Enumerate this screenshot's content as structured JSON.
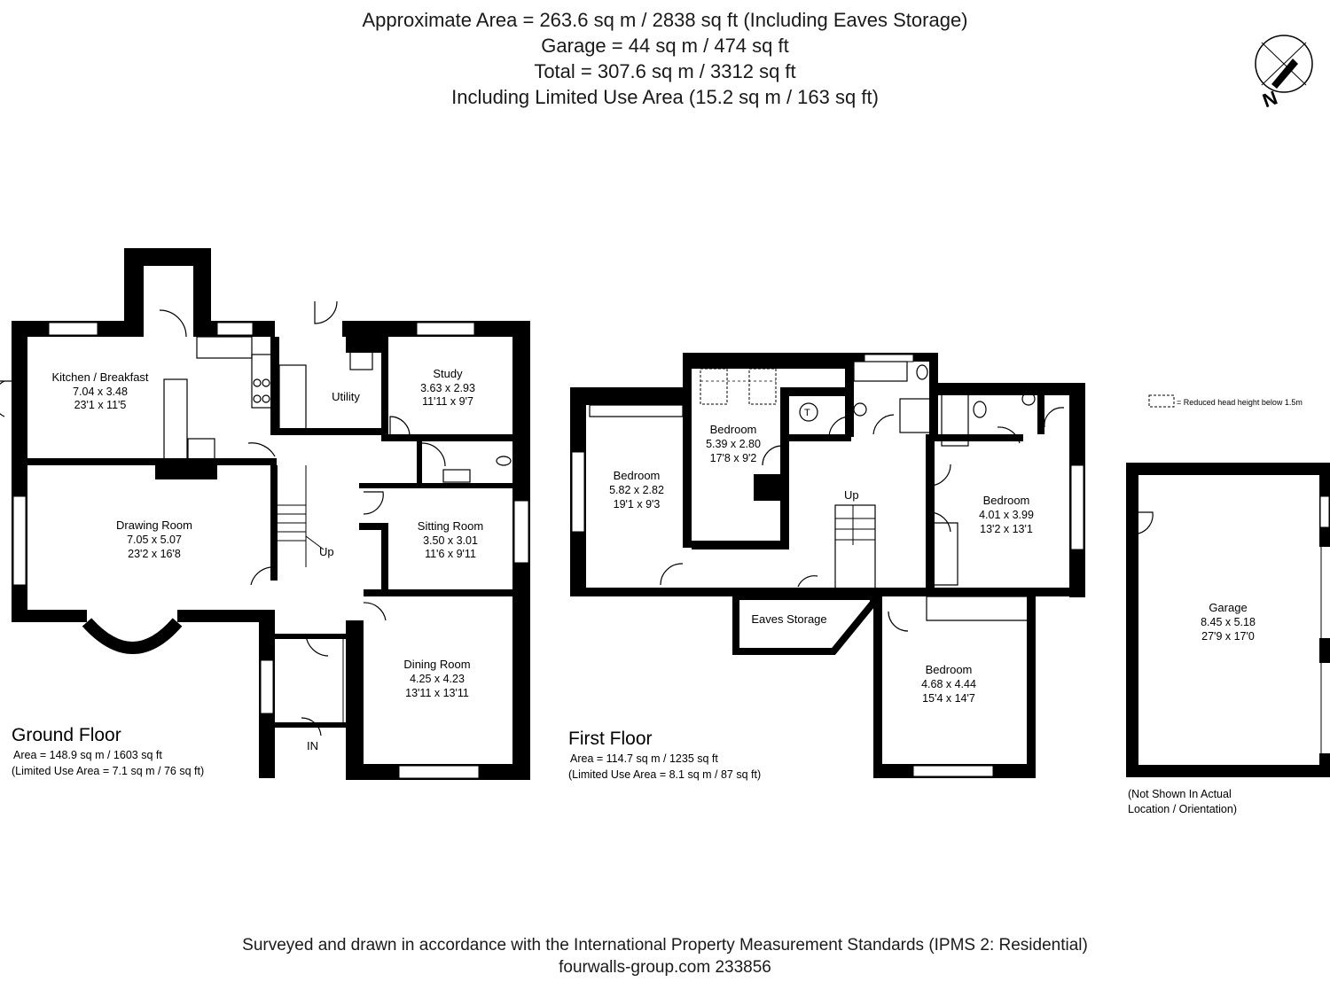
{
  "header": {
    "line1": "Approximate  Area = 263.6 sq m / 2838 sq ft (Including Eaves Storage)",
    "line2": "Garage = 44 sq m / 474 sq ft",
    "line3": "Total = 307.6 sq m / 3312 sq ft",
    "line4": "Including Limited Use Area (15.2 sq m / 163 sq ft)"
  },
  "compass": {
    "label": "N"
  },
  "legend": {
    "text": "= Reduced head height below 1.5m"
  },
  "ground_floor": {
    "title": "Ground Floor",
    "area": "Area = 148.9 sq m / 1603 sq ft",
    "limited": "(Limited Use Area = 7.1 sq m / 76 sq ft)",
    "up": "Up",
    "entrance": "IN",
    "rooms": {
      "kitchen": {
        "name": "Kitchen / Breakfast",
        "metric": "7.04 x 3.48",
        "imperial": "23'1 x 11'5"
      },
      "utility": {
        "name": "Utility"
      },
      "study": {
        "name": "Study",
        "metric": "3.63 x 2.93",
        "imperial": "11'11 x 9'7"
      },
      "drawing": {
        "name": "Drawing Room",
        "metric": "7.05 x 5.07",
        "imperial": "23'2 x 16'8"
      },
      "sitting": {
        "name": "Sitting Room",
        "metric": "3.50 x 3.01",
        "imperial": "11'6 x 9'11"
      },
      "dining": {
        "name": "Dining Room",
        "metric": "4.25 x 4.23",
        "imperial": "13'11 x 13'11"
      }
    }
  },
  "first_floor": {
    "title": "First Floor",
    "area": "Area = 114.7 sq m / 1235 sq ft",
    "limited": "(Limited Use Area = 8.1 sq m / 87 sq ft)",
    "up": "Up",
    "tank": "T",
    "rooms": {
      "bed1": {
        "name": "Bedroom",
        "metric": "5.82 x 2.82",
        "imperial": "19'1 x 9'3"
      },
      "bed2": {
        "name": "Bedroom",
        "metric": "5.39 x 2.80",
        "imperial": "17'8 x 9'2"
      },
      "bed3": {
        "name": "Bedroom",
        "metric": "4.01 x 3.99",
        "imperial": "13'2 x 13'1"
      },
      "bed4": {
        "name": "Bedroom",
        "metric": "4.68 x 4.44",
        "imperial": "15'4 x 14'7"
      },
      "eaves": {
        "name": "Eaves Storage"
      }
    }
  },
  "garage": {
    "name": "Garage",
    "metric": "8.45 x 5.18",
    "imperial": "27'9 x 17'0",
    "note1": "(Not Shown In Actual",
    "note2": "Location / Orientation)"
  },
  "footer": {
    "line1": "Surveyed and drawn in accordance with the International Property Measurement Standards (IPMS 2: Residential)",
    "line2": "fourwalls-group.com 233856"
  }
}
